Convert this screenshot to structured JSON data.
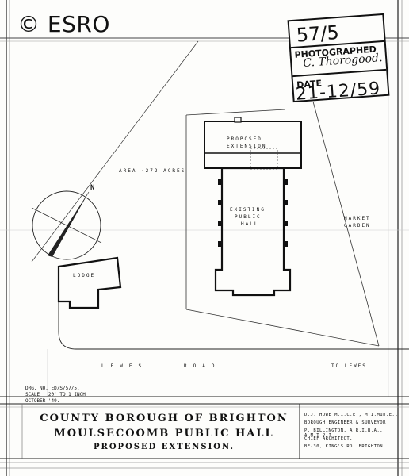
{
  "copyright": "© ESRO",
  "stamp": {
    "number": "57/5",
    "photographed_label": "PHOTOGRAPHED",
    "photographer": "C. Thorogood.",
    "date_label": "DATE",
    "date": "21-12/59"
  },
  "plan": {
    "proposed_extension": [
      "PROPOSED",
      "EXTENSION"
    ],
    "existing_hall": [
      "EXISTING",
      "PUBLIC",
      "HALL"
    ],
    "area": "AREA  ·272 ACRES",
    "north_mark": "N",
    "lodge": "LODGE",
    "market_garden": [
      "MARKET",
      "GARDEN"
    ],
    "road": [
      "LEWES",
      "ROAD"
    ],
    "to_lewes": "TO LEWES"
  },
  "drawing_info": {
    "drg_no": "DRG. NO. ED/S/57/5.",
    "scale": "SCALE · 20' TO 1 INCH",
    "date": "OCTOBER  '49."
  },
  "title_block": {
    "line1": "COUNTY BOROUGH OF BRIGHTON",
    "line2": "MOULSECOOMB PUBLIC HALL",
    "line3": "PROPOSED EXTENSION.",
    "credits": [
      "D.J. HOWE  M.I.C.E., M.I.Mun.E.,",
      "BOROUGH ENGINEER & SURVEYOR",
      "P. BILLINGTON, A.R.I.B.A., A.M.T.P.I.",
      "CHIEF ARCHITECT,",
      "BE-30, KING'S RD. BRIGHTON."
    ]
  },
  "colors": {
    "ink": "#111111",
    "paper": "#fdfdfb"
  }
}
